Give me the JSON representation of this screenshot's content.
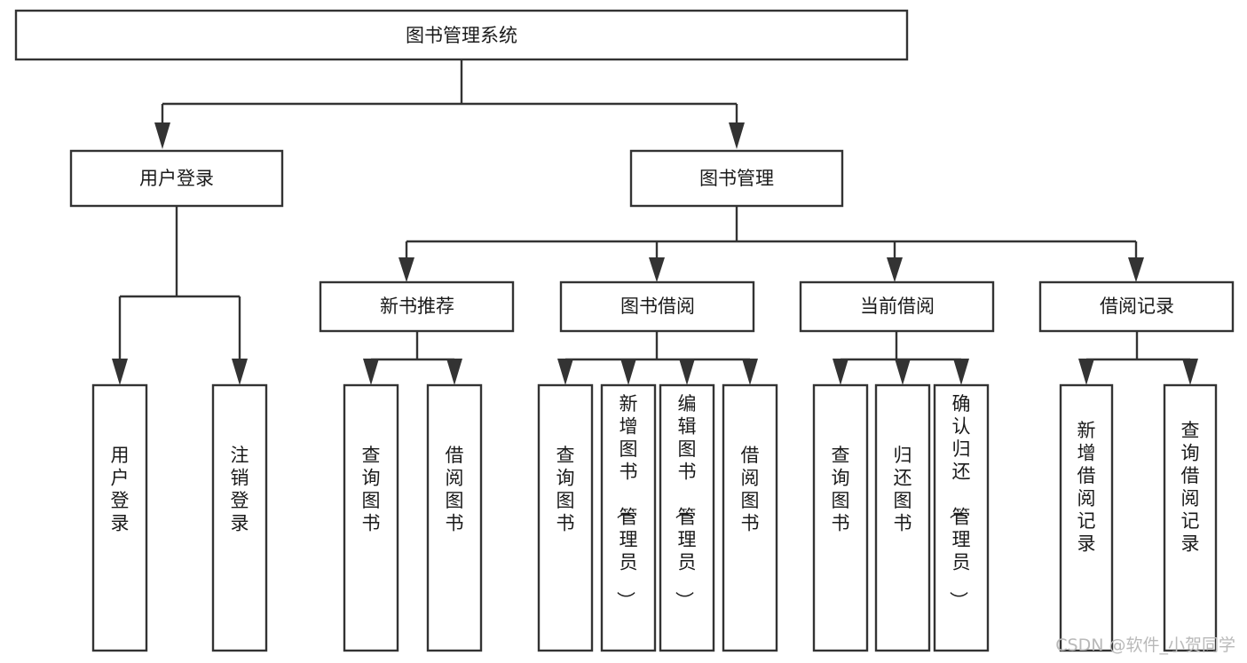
{
  "diagram": {
    "title": "图书管理系统",
    "type": "tree-hierarchy",
    "root": {
      "id": "root",
      "label": "图书管理系统",
      "orientation": "horizontal"
    },
    "level2": [
      {
        "id": "user-login",
        "label": "用户登录",
        "orientation": "horizontal"
      },
      {
        "id": "book-manage",
        "label": "图书管理",
        "orientation": "horizontal"
      }
    ],
    "level3": [
      {
        "id": "new-book-recommend",
        "label": "新书推荐",
        "parent": "book-manage",
        "orientation": "horizontal"
      },
      {
        "id": "book-borrow",
        "label": "图书借阅",
        "parent": "book-manage",
        "orientation": "horizontal"
      },
      {
        "id": "current-borrow",
        "label": "当前借阅",
        "parent": "book-manage",
        "orientation": "horizontal"
      },
      {
        "id": "borrow-record",
        "label": "借阅记录",
        "parent": "book-manage",
        "orientation": "horizontal"
      }
    ],
    "leaves": [
      {
        "id": "leaf-user-login",
        "label": "用户登录",
        "parent": "user-login",
        "orientation": "vertical"
      },
      {
        "id": "leaf-user-logout",
        "label": "注销登录",
        "parent": "user-login",
        "orientation": "vertical"
      },
      {
        "id": "leaf-query-book-1",
        "label": "查询图书",
        "parent": "new-book-recommend",
        "orientation": "vertical"
      },
      {
        "id": "leaf-borrow-book-1",
        "label": "借阅图书",
        "parent": "new-book-recommend",
        "orientation": "vertical"
      },
      {
        "id": "leaf-query-book-2",
        "label": "查询图书",
        "parent": "book-borrow",
        "orientation": "vertical"
      },
      {
        "id": "leaf-add-book",
        "label": "新增图书（管理员）",
        "parent": "book-borrow",
        "orientation": "vertical"
      },
      {
        "id": "leaf-edit-book",
        "label": "编辑图书（管理员）",
        "parent": "book-borrow",
        "orientation": "vertical"
      },
      {
        "id": "leaf-borrow-book-2",
        "label": "借阅图书",
        "parent": "book-borrow",
        "orientation": "vertical"
      },
      {
        "id": "leaf-query-book-3",
        "label": "查询图书",
        "parent": "current-borrow",
        "orientation": "vertical"
      },
      {
        "id": "leaf-return-book",
        "label": "归还图书",
        "parent": "current-borrow",
        "orientation": "vertical"
      },
      {
        "id": "leaf-confirm-return",
        "label": "确认归还（管理员）",
        "parent": "current-borrow",
        "orientation": "vertical"
      },
      {
        "id": "leaf-add-record",
        "label": "新增借阅记录",
        "parent": "borrow-record",
        "orientation": "vertical"
      },
      {
        "id": "leaf-query-record",
        "label": "查询借阅记录",
        "parent": "borrow-record",
        "orientation": "vertical"
      }
    ],
    "colors": {
      "stroke": "#333333",
      "fill": "#ffffff",
      "text": "#1a1a1a",
      "watermark": "#b9b9b9"
    }
  },
  "watermark": {
    "text": "CSDN @软件_小贺同学"
  }
}
